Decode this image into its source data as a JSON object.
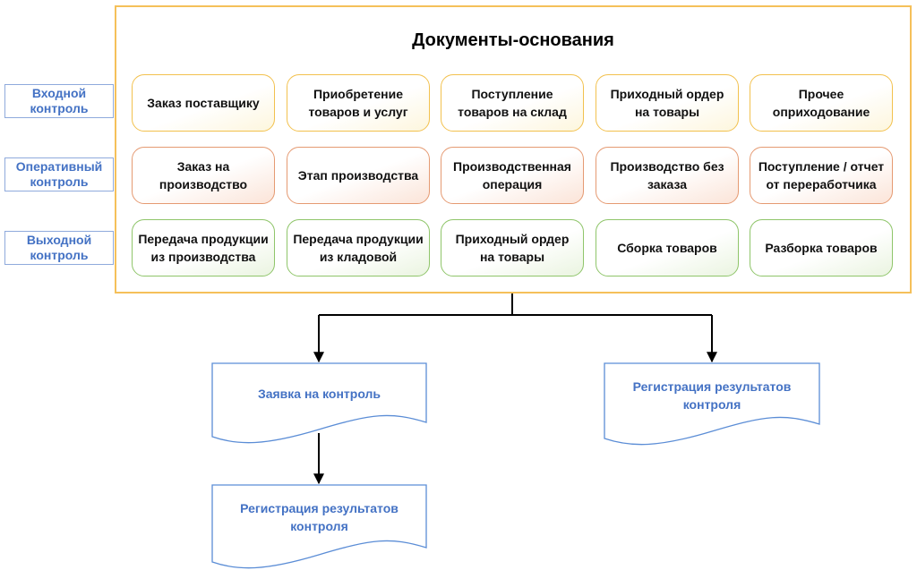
{
  "title": "Документы-основания",
  "row_labels": {
    "input": "Входной контроль",
    "operational": "Оперативный контроль",
    "output": "Выходной контроль"
  },
  "rows": {
    "input": [
      "Заказ поставщику",
      "Приобретение товаров и услуг",
      "Поступление товаров на склад",
      "Приходный ордер на товары",
      "Прочее оприходование"
    ],
    "operational": [
      "Заказ на производство",
      "Этап производства",
      "Производственная операция",
      "Производство без заказа",
      "Поступление / отчет от переработчика"
    ],
    "output": [
      "Передача продукции из производства",
      "Передача продукции из кладовой",
      "Приходный ордер на товары",
      "Сборка товаров",
      "Разборка товаров"
    ]
  },
  "documents": {
    "control_request": "Заявка на контроль",
    "results_left": "Регистрация результатов контроля",
    "results_right": "Регистрация результатов контроля"
  },
  "colors": {
    "frame": "#F5C05A",
    "label_text": "#4472C4",
    "input_border": "#F2C14E",
    "operational_border": "#E59A72",
    "output_border": "#8FC56A"
  }
}
